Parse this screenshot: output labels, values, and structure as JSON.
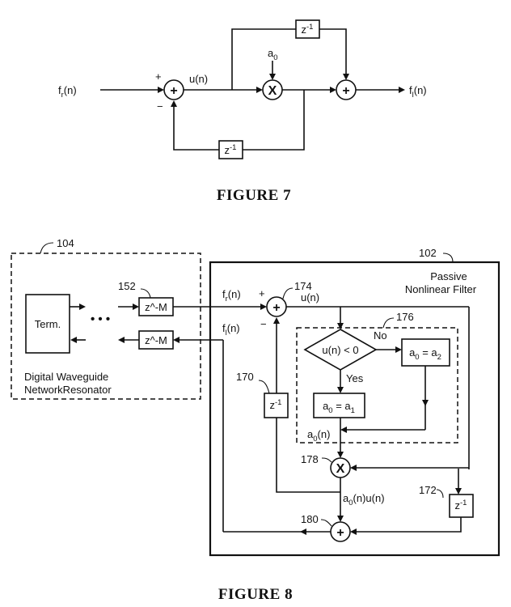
{
  "figure7": {
    "caption": "FIGURE 7",
    "input_label": "f_r(n)",
    "output_label": "f_l(n)",
    "u_label": "u(n)",
    "coef_label": "a_0",
    "delay_label": "z^-1",
    "plus_sign": "+",
    "minus_sign": "−",
    "adder_symbol": "+",
    "multiplier_symbol": "X"
  },
  "figure8": {
    "caption": "FIGURE 8",
    "waveguide": {
      "ref": "104",
      "title_line1": "Digital Waveguide",
      "title_line2": "NetworkResonator",
      "term_label": "Term.",
      "ellipsis": "• • •",
      "delay_ref": "152",
      "delay_label": "z^-M"
    },
    "filter": {
      "ref": "102",
      "title_line1": "Passive",
      "title_line2": "Nonlinear Filter",
      "fr_label": "f_r(n)",
      "fl_label": "f_l(n)",
      "u_label": "u(n)",
      "adder_ref": "174",
      "decision_ref": "176",
      "decision_text": "u(n) < 0",
      "no_label": "No",
      "yes_label": "Yes",
      "assign_a2": "a_0 = a_2",
      "assign_a1": "a_0 = a_1",
      "a0n_label": "a_0(n)",
      "delay_ref_left": "170",
      "delay_ref_right": "172",
      "delay_label": "z^-1",
      "mult_ref": "178",
      "product_label": "a_0(n)u(n)",
      "adder2_ref": "180",
      "plus_sign": "+",
      "minus_sign": "−",
      "adder_symbol": "+",
      "multiplier_symbol": "X"
    }
  }
}
